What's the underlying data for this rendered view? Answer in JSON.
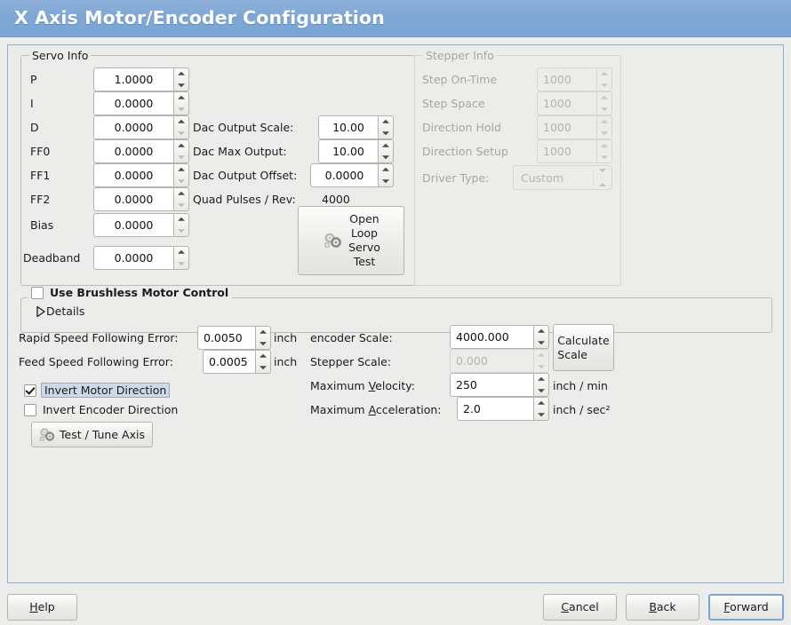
{
  "window": {
    "title": "X Axis Motor/Encoder Configuration"
  },
  "servo_info": {
    "legend": "Servo Info",
    "rows": [
      {
        "label": "P",
        "value": "1.0000"
      },
      {
        "label": "I",
        "value": "0.0000"
      },
      {
        "label": "D",
        "value": "0.0000"
      },
      {
        "label": "FF0",
        "value": "0.0000"
      },
      {
        "label": "FF1",
        "value": "0.0000"
      },
      {
        "label": "FF2",
        "value": "0.0000"
      },
      {
        "label": "Bias",
        "value": "0.0000"
      },
      {
        "label": "Deadband",
        "value": "0.0000"
      }
    ],
    "dac_output_scale_label": "Dac Output Scale:",
    "dac_output_scale_value": "10.00",
    "dac_max_output_label": "Dac Max Output:",
    "dac_max_output_value": "10.00",
    "dac_output_offset_label": "Dac Output Offset:",
    "dac_output_offset_value": "0.0000",
    "quad_pulses_label": "Quad Pulses / Rev:",
    "quad_pulses_value": "4000",
    "open_loop_button": {
      "line1": "Open",
      "line2": "Loop",
      "line3": "Servo",
      "line4": "Test",
      "icon": "gears-icon"
    }
  },
  "stepper_info": {
    "legend": "Stepper Info",
    "enabled": false,
    "rows": [
      {
        "label": "Step On-Time",
        "value": "1000"
      },
      {
        "label": "Step Space",
        "value": "1000"
      },
      {
        "label": "Direction Hold",
        "value": "1000"
      },
      {
        "label": "Direction Setup",
        "value": "1000"
      }
    ],
    "driver_type_label": "Driver Type:",
    "driver_type_value": "Custom"
  },
  "brushless": {
    "checkbox_label": "Use Brushless Motor Control",
    "checked": false,
    "details_label": "Details",
    "details_expanded": false
  },
  "following": {
    "rapid_label": "Rapid Speed Following Error:",
    "rapid_value": "0.0050",
    "rapid_unit": "inch",
    "feed_label": "Feed Speed Following Error:",
    "feed_value": "0.0005",
    "feed_unit": "inch",
    "invert_motor_label": "Invert Motor Direction",
    "invert_motor_checked": true,
    "invert_encoder_label": "Invert Encoder Direction",
    "invert_encoder_checked": false,
    "test_tune_label": "Test / Tune Axis",
    "test_tune_icon": "gears-icon"
  },
  "scales": {
    "encoder_scale_label": "encoder Scale:",
    "encoder_scale_value": "4000.000",
    "stepper_scale_label": "Stepper Scale:",
    "stepper_scale_value": "0.000",
    "stepper_scale_enabled": false,
    "calculate_button_line1": "Calculate",
    "calculate_button_line2": "Scale",
    "max_velocity_label_pre": "Maximum ",
    "max_velocity_label_key": "V",
    "max_velocity_label_post": "elocity:",
    "max_velocity_value": "250",
    "max_velocity_unit": "inch / min",
    "max_accel_label_pre": "Maximum ",
    "max_accel_label_key": "A",
    "max_accel_label_post": "cceleration:",
    "max_accel_value": "2.0",
    "max_accel_unit": "inch / sec²"
  },
  "actions": {
    "help_pre": "",
    "help_key": "H",
    "help_post": "elp",
    "cancel_pre": "",
    "cancel_key": "C",
    "cancel_post": "ancel",
    "back_pre": "",
    "back_key": "B",
    "back_post": "ack",
    "forward_pre": "",
    "forward_key": "F",
    "forward_post": "orward",
    "focused": "forward"
  },
  "colors": {
    "titlebar": "#7ba5d5",
    "panel_border": "#91aed0",
    "background": "#ececeb",
    "focus_highlight": "#ccd9e8",
    "disabled_text": "#a6a6a1"
  }
}
